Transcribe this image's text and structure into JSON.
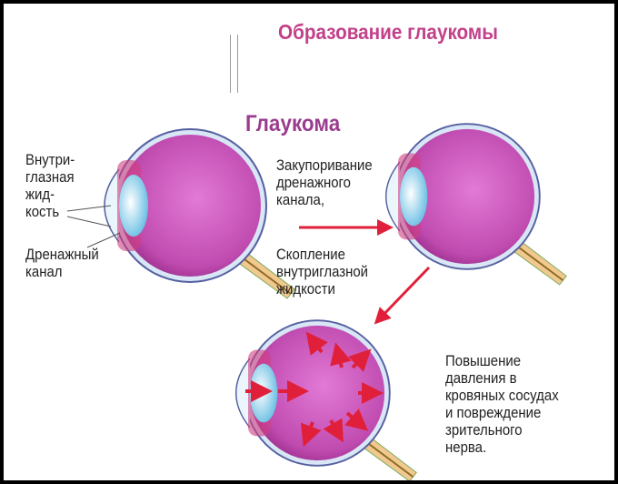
{
  "title": "Образование глаукомы",
  "subtitle": "Глаукома",
  "labels": {
    "fluid": "Внутри-\nглазная\nжид-\nкость",
    "canal": "Дренажный\nканал",
    "blockage": "Закупоривание\nдренажного\nканала,",
    "accumulation": "Скопление\nвнутриглазной\nжидкости",
    "pressure": "Повышение\nдавления в\nкровяных сосудах\nи повреждение\nзрительного\nнерва."
  },
  "colors": {
    "title": "#c2418a",
    "arrow": "#e0203a",
    "eye": "#c74bb5"
  }
}
